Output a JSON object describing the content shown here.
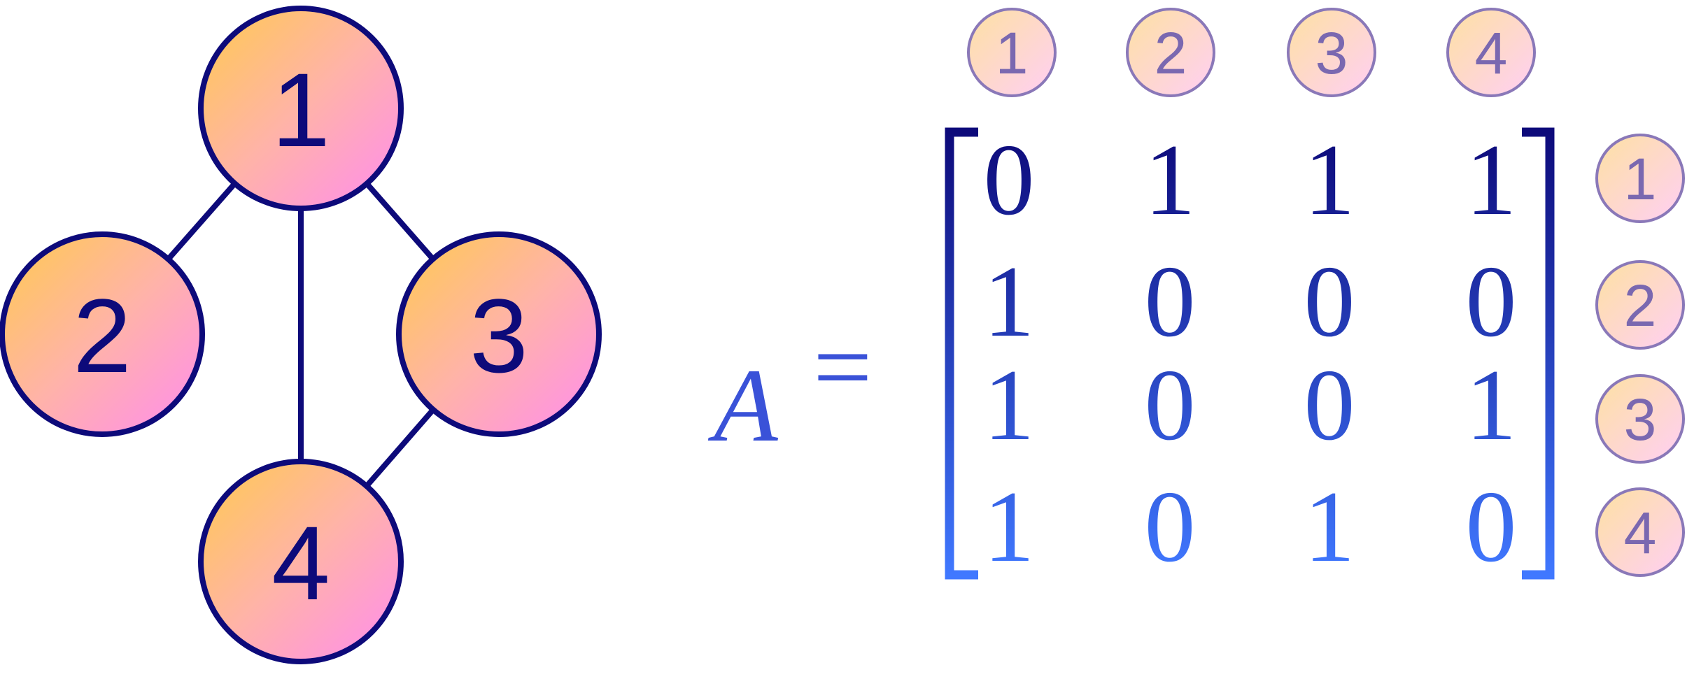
{
  "graph": {
    "nodes": [
      "1",
      "2",
      "3",
      "4"
    ],
    "edges": [
      [
        "1",
        "2"
      ],
      [
        "1",
        "3"
      ],
      [
        "1",
        "4"
      ],
      [
        "3",
        "4"
      ]
    ]
  },
  "equation": {
    "matrix_name": "A",
    "equals": "="
  },
  "matrix": {
    "column_labels": [
      "1",
      "2",
      "3",
      "4"
    ],
    "row_labels": [
      "1",
      "2",
      "3",
      "4"
    ],
    "rows": [
      [
        "0",
        "1",
        "1",
        "1"
      ],
      [
        "1",
        "0",
        "0",
        "0"
      ],
      [
        "1",
        "0",
        "0",
        "1"
      ],
      [
        "1",
        "0",
        "1",
        "0"
      ]
    ]
  },
  "colors": {
    "edge": "#0d0a7a",
    "matrix_top": "#0d0a7a",
    "matrix_bottom": "#4078ff",
    "node_fill_start": "#ffc857",
    "node_fill_end": "#ff90e8"
  }
}
